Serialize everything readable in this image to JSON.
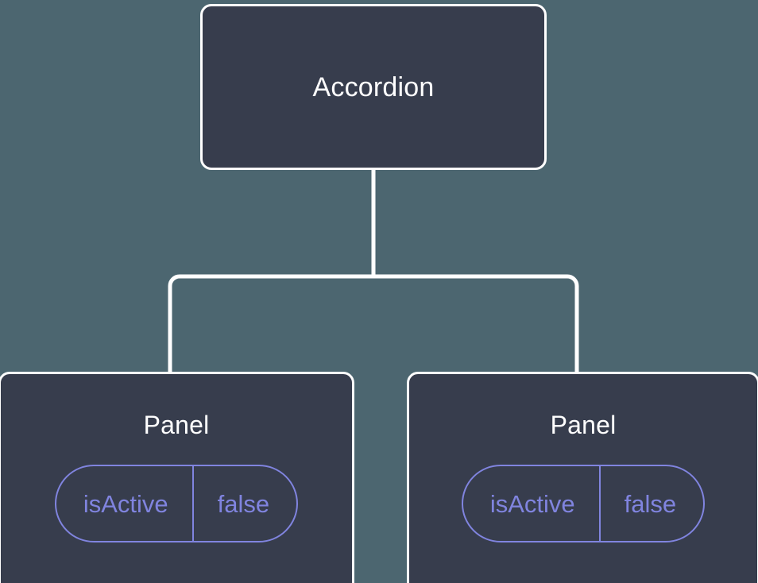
{
  "diagram": {
    "type": "component-tree",
    "background_color": "#4c6670",
    "node_fill_color": "#373d4d",
    "node_border_color": "#ffffff",
    "node_text_color": "#ffffff",
    "prop_accent_color": "#8084df",
    "edge_color": "#ffffff",
    "root": {
      "id": "accordion",
      "label": "Accordion"
    },
    "children": [
      {
        "id": "panel-1",
        "label": "Panel",
        "props": [
          {
            "key": "isActive",
            "value": "false"
          }
        ]
      },
      {
        "id": "panel-2",
        "label": "Panel",
        "props": [
          {
            "key": "isActive",
            "value": "false"
          }
        ]
      }
    ],
    "edges": [
      {
        "from": "accordion",
        "to": "panel-1"
      },
      {
        "from": "accordion",
        "to": "panel-2"
      }
    ]
  }
}
